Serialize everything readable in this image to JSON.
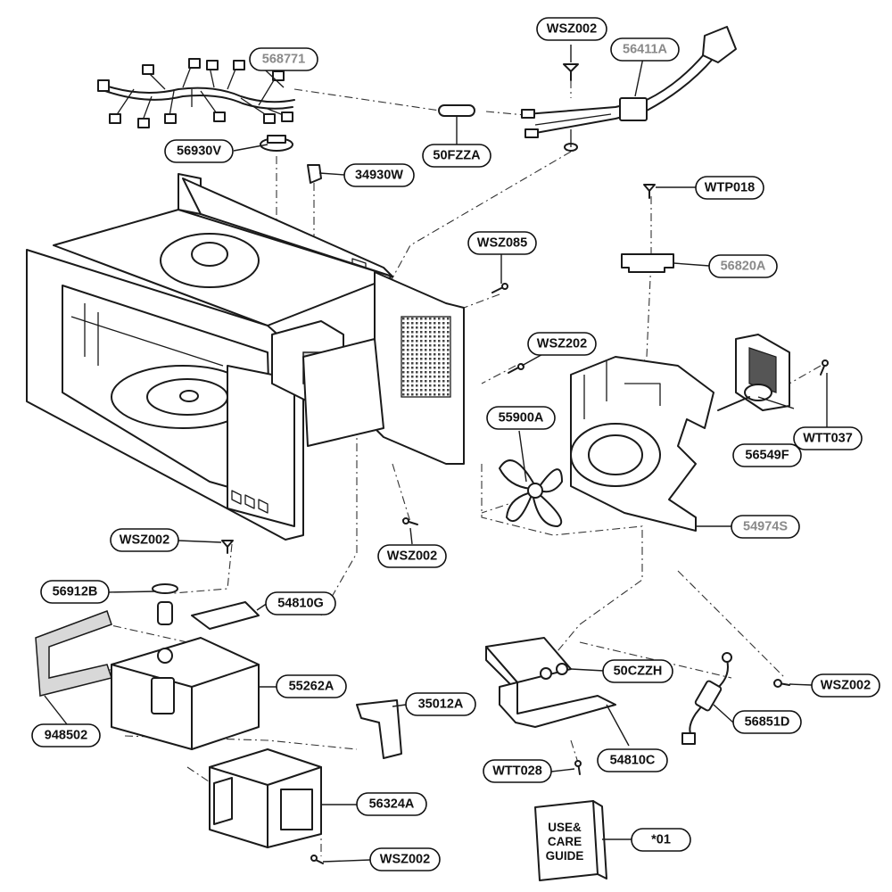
{
  "labels": {
    "harness": "568771",
    "wsz002_top": "WSZ002",
    "cord": "56411A",
    "fuse": "50FZZA",
    "thermostat": "56930V",
    "bracket_small": "34930W",
    "wtp018": "WTP018",
    "bracket_56820A": "56820A",
    "wsz085": "WSZ085",
    "wsz202": "WSZ202",
    "fan_blade": "55900A",
    "fan_motor": "56549F",
    "wtt037": "WTT037",
    "air_guide": "54974S",
    "wsz002_mid_left": "WSZ002",
    "wsz002_mid": "WSZ002",
    "thermostat_lower": "56912B",
    "plate_54810G": "54810G",
    "transformer": "55262A",
    "gasket": "948502",
    "bracket_35012A": "35012A",
    "capacitor": "50CZZH",
    "wsz002_right": "WSZ002",
    "capacitor_bracket": "54810C",
    "diode": "56851D",
    "wtt028": "WTT028",
    "magnetron": "56324A",
    "wsz002_bottom": "WSZ002",
    "manual": "*01"
  },
  "guide_book": {
    "line1": "USE&",
    "line2": "CARE",
    "line3": "GUIDE"
  },
  "label_colors": {
    "normal": "#111111",
    "optional": "#8a8a8a"
  }
}
